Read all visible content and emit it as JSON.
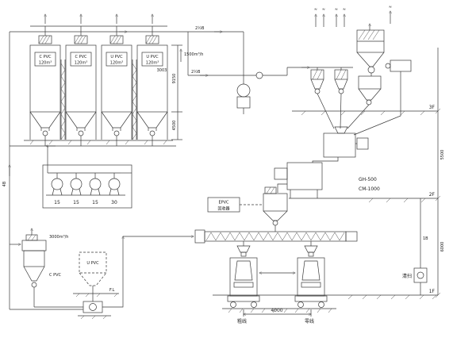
{
  "diagram": {
    "silos": [
      {
        "name": "C PVC",
        "cap": "120m³"
      },
      {
        "name": "C PVC",
        "cap": "120m³"
      },
      {
        "name": "U PVC",
        "cap": "120m³"
      },
      {
        "name": "U PVC",
        "cap": "120m³"
      }
    ],
    "dims": {
      "silo_body_height": "9150",
      "silo_leg_height": "4500",
      "silo4_width": "3003",
      "packing_span": "4000",
      "floor_2_3": "5500",
      "floor_1_2": "6000"
    },
    "floors": {
      "f3": "3F",
      "f2": "2F",
      "f1": "1F"
    },
    "pipes": {
      "top": "2½B",
      "mid": "2½B",
      "right": "1B",
      "left": "4B"
    },
    "flows": {
      "main": "1500m³/h",
      "bag_station": "3000m³/h"
    },
    "blowers": {
      "b1": "15",
      "b2": "15",
      "b3": "15",
      "b4": "30"
    },
    "equipment": {
      "heat_mixer": "GH-500",
      "cool_mixer": "CM-1000",
      "recycler_line1": "EPVC",
      "recycler_line2": "回收器",
      "cleaner": "清扫",
      "floor_level": "F.L"
    },
    "bag_station": {
      "left_bin": "C PVC",
      "right_bin": "U PVC"
    },
    "packing": {
      "left_label": "粗线",
      "right_label": "零线"
    },
    "vent_mark": "≈"
  }
}
